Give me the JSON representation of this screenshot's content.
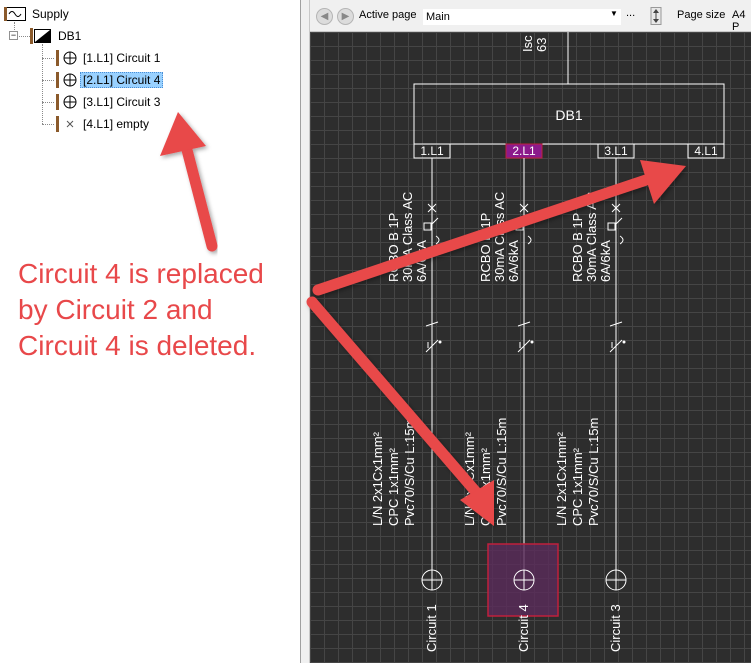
{
  "tree": {
    "root": {
      "label": "Supply",
      "icon": "supply-icon"
    },
    "board": {
      "label": "DB1",
      "icon": "distribution-board-icon"
    },
    "items": [
      {
        "label": "[1.L1] Circuit 1",
        "icon": "circuit-icon",
        "selected": false
      },
      {
        "label": "[2.L1] Circuit 4",
        "icon": "circuit-icon",
        "selected": true
      },
      {
        "label": "[3.L1] Circuit 3",
        "icon": "circuit-icon",
        "selected": false
      },
      {
        "label": "[4.L1] empty",
        "icon": "empty-x-icon",
        "selected": false
      }
    ]
  },
  "toolbar": {
    "back_icon": "back-arrow-icon",
    "forward_icon": "forward-arrow-icon",
    "active_page_label": "Active page",
    "active_page_value": "Main",
    "more_label": "...",
    "page_size_label": "Page size",
    "page_size_value": "A4 P"
  },
  "annotation": {
    "text": "Circuit 4 is replaced by Circuit 2 and Circuit 4 is deleted.",
    "color": "#e8484a"
  },
  "schematic": {
    "supply_label_1": "Isc",
    "supply_label_2": "63",
    "board_label": "DB1",
    "ways": [
      {
        "label": "1.L1",
        "highlight": false
      },
      {
        "label": "2.L1",
        "highlight": true
      },
      {
        "label": "3.L1",
        "highlight": false
      },
      {
        "label": "4.L1",
        "highlight": false
      }
    ],
    "circuits": [
      {
        "device": [
          "RCBO B 1P",
          "30mA Class AC",
          "6A/6kA"
        ],
        "cable": [
          "L/N 2x1Cx1mm²",
          "CPC 1x1mm²",
          "Pvc70/S/Cu L:15m"
        ],
        "name": "Circuit 1"
      },
      {
        "device": [
          "RCBO B 1P",
          "30mA Class AC",
          "6A/6kA"
        ],
        "cable": [
          "L/N 2x1Cx1mm²",
          "CPC 1x1mm²",
          "Pvc70/S/Cu L:15m"
        ],
        "name": "Circuit 4"
      },
      {
        "device": [
          "RCBO B 1P",
          "30mA Class AC",
          "6A/6kA"
        ],
        "cable": [
          "L/N 2x1Cx1mm²",
          "CPC 1x1mm²",
          "Pvc70/S/Cu L:15m"
        ],
        "name": "Circuit 3"
      }
    ],
    "highlight_color": "#8b1a8b",
    "selection_color": "#c0203c"
  }
}
